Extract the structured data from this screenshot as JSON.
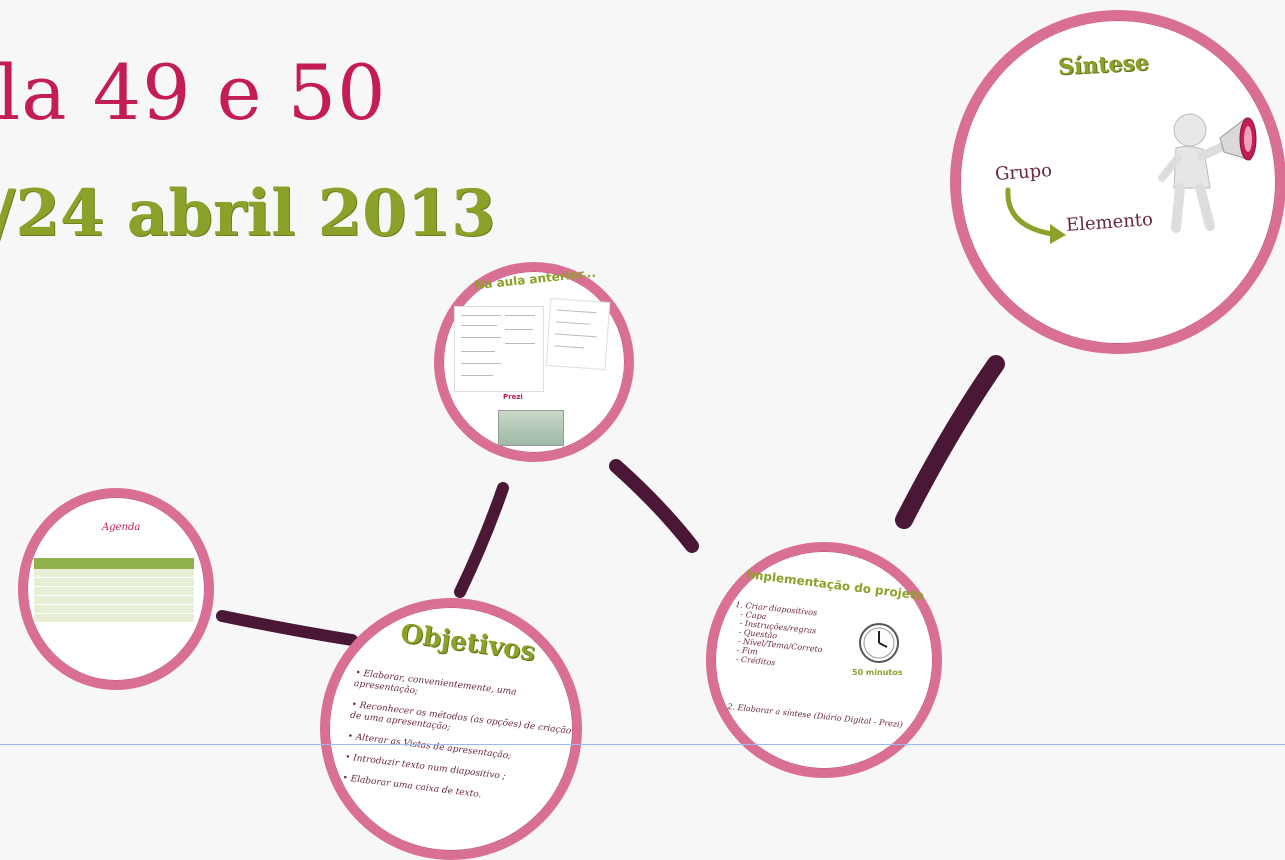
{
  "header": {
    "title": "la 49 e 50",
    "date": "/24 abril 2013"
  },
  "agenda": {
    "title": "Agenda",
    "columns": [
      "",
      ""
    ],
    "rows": [
      [
        "",
        ""
      ],
      [
        "",
        ""
      ],
      [
        "",
        ""
      ],
      [
        "",
        ""
      ],
      [
        "",
        ""
      ],
      [
        "",
        ""
      ]
    ]
  },
  "anterior": {
    "title": "Na aula anterior...",
    "logo": "Prezi",
    "note": ""
  },
  "objetivos": {
    "title": "Objetivos",
    "items": [
      "• Elaborar, convenientemente, uma apresentação;",
      "• Reconhecer os métodos (as opções) de criação de uma apresentação;",
      "• Alterar as Vistas de apresentação;",
      "• Introduzir texto num diapositivo ;",
      "• Elaborar uma caixa de texto."
    ]
  },
  "implementacao": {
    "title": "Implementação do projeto",
    "step1": "1. Criar diapositivos",
    "subitems": [
      "- Capa",
      "- Instruções/regras",
      "- Questão",
      "- Nível/Tema/Correto",
      "- Fim",
      "- Créditos"
    ],
    "time": "50 minutos",
    "step2": "2. Elaborar a síntese (Diário Digital - Prezi)"
  },
  "sintese": {
    "title": "Síntese",
    "from": "Grupo",
    "to": "Elemento"
  },
  "colors": {
    "accent_pink": "#c41d54",
    "accent_green": "#8ba22a",
    "frame": "#d96f95",
    "connector": "#4a1736"
  },
  "icons": [
    "clock-icon",
    "curved-arrow-icon",
    "person-megaphone-icon"
  ]
}
